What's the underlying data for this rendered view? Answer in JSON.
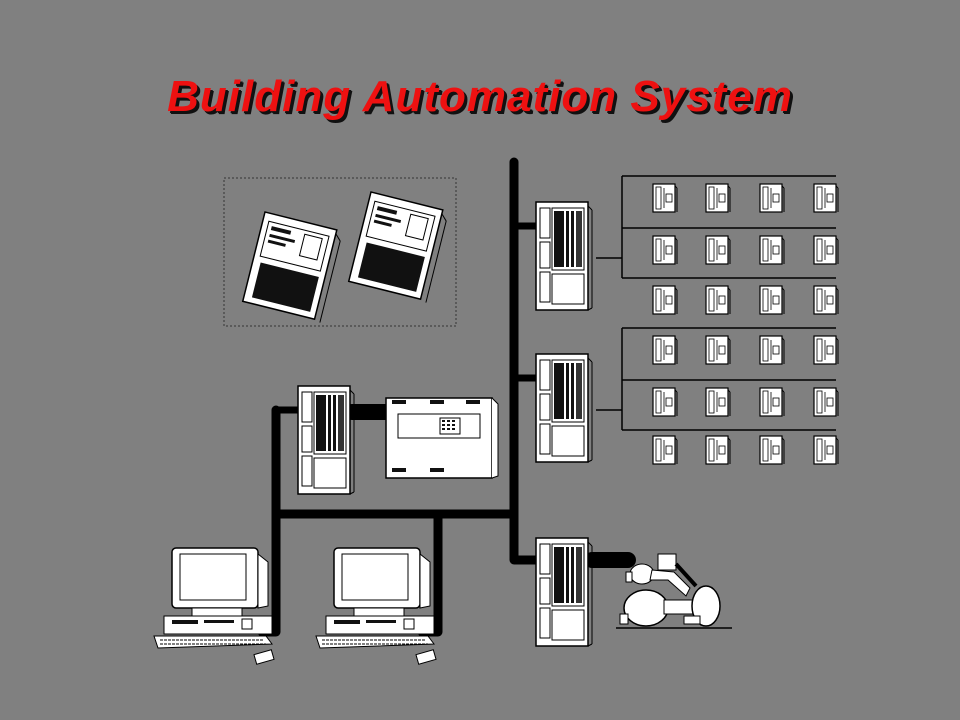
{
  "title": "Building Automation System",
  "colors": {
    "background": "#808080",
    "title": "#ee1111",
    "title_shadow": "#111111",
    "bus": "#000000",
    "device_fill": "#ffffff",
    "device_outline": "#000000"
  },
  "diagram": {
    "nodes": [
      {
        "id": "portable-operator-terminal-1",
        "icon": "portable-terminal-icon"
      },
      {
        "id": "portable-operator-terminal-2",
        "icon": "portable-terminal-icon"
      },
      {
        "id": "network-controller-top",
        "icon": "controller-cabinet-icon"
      },
      {
        "id": "network-controller-middle",
        "icon": "controller-cabinet-icon"
      },
      {
        "id": "network-controller-bottom",
        "icon": "controller-cabinet-icon"
      },
      {
        "id": "network-controller-left",
        "icon": "controller-cabinet-icon"
      },
      {
        "id": "fire-alarm-panel",
        "icon": "alarm-panel-icon"
      },
      {
        "id": "workstation-1",
        "icon": "computer-workstation-icon"
      },
      {
        "id": "workstation-2",
        "icon": "computer-workstation-icon"
      },
      {
        "id": "pump-motor",
        "icon": "pump-motor-icon"
      },
      {
        "id": "field-controller-group-top",
        "icon": "field-controller-icon",
        "count": 12
      },
      {
        "id": "field-controller-group-bottom",
        "icon": "field-controller-icon",
        "count": 12
      }
    ],
    "edges": [
      {
        "from": "network-controller-top",
        "to": "main-bus"
      },
      {
        "from": "network-controller-middle",
        "to": "main-bus"
      },
      {
        "from": "network-controller-bottom",
        "to": "main-bus"
      },
      {
        "from": "network-controller-left",
        "to": "workstation-bus"
      },
      {
        "from": "fire-alarm-panel",
        "to": "network-controller-left"
      },
      {
        "from": "workstation-1",
        "to": "workstation-bus"
      },
      {
        "from": "workstation-2",
        "to": "workstation-bus"
      },
      {
        "from": "pump-motor",
        "to": "network-controller-bottom"
      },
      {
        "from": "field-controller-group-top",
        "to": "network-controller-top"
      },
      {
        "from": "field-controller-group-bottom",
        "to": "network-controller-middle"
      }
    ]
  }
}
